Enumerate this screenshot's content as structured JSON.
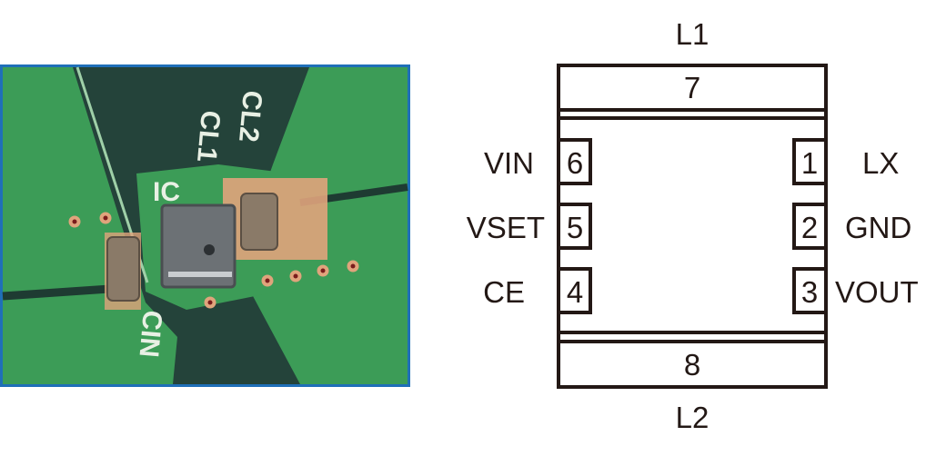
{
  "photo": {
    "silkscreen": {
      "ic": "IC",
      "cl1": "CL1",
      "cl2": "CL2",
      "cin": "CIN"
    },
    "colors": {
      "frame": "#1f6fb8",
      "board_green": "#3a9a55",
      "board_dark": "#1e3b32",
      "copper": "#d9a07a",
      "chip": "#6a6f73"
    }
  },
  "diagram": {
    "top_label": "L1",
    "bottom_label": "L2",
    "top_pad": "7",
    "bottom_pad": "8",
    "left_pins": [
      {
        "number": "6",
        "name": "VIN"
      },
      {
        "number": "5",
        "name": "VSET"
      },
      {
        "number": "4",
        "name": "CE"
      }
    ],
    "right_pins": [
      {
        "number": "1",
        "name": "LX"
      },
      {
        "number": "2",
        "name": "GND"
      },
      {
        "number": "3",
        "name": "VOUT"
      }
    ],
    "colors": {
      "stroke": "#231815"
    }
  }
}
